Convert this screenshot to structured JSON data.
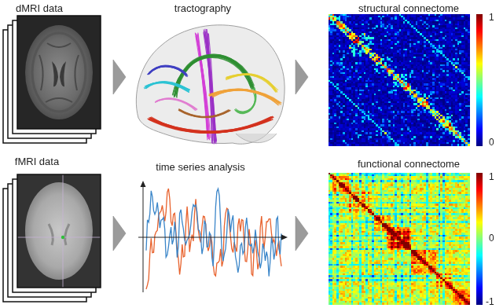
{
  "diagram": {
    "nodes": [
      {
        "text": [
          "dMRI data"
        ]
      },
      {
        "text": [
          "tractography"
        ]
      },
      {
        "text": [
          "structural connectome"
        ]
      },
      {
        "text": [
          "fMRI data"
        ]
      },
      {
        "text": [
          "time series analysis"
        ]
      },
      {
        "text": [
          "functional connectome"
        ]
      }
    ],
    "edges": [
      {
        "from": 0,
        "to": 1,
        "arrow": "to"
      },
      {
        "from": 1,
        "to": 2,
        "arrow": "to"
      },
      {
        "from": 3,
        "to": 4,
        "arrow": "to"
      },
      {
        "from": 4,
        "to": 5,
        "arrow": "to"
      }
    ],
    "labels": [
      "1",
      "0",
      "1",
      "0",
      "-1"
    ]
  }
}
